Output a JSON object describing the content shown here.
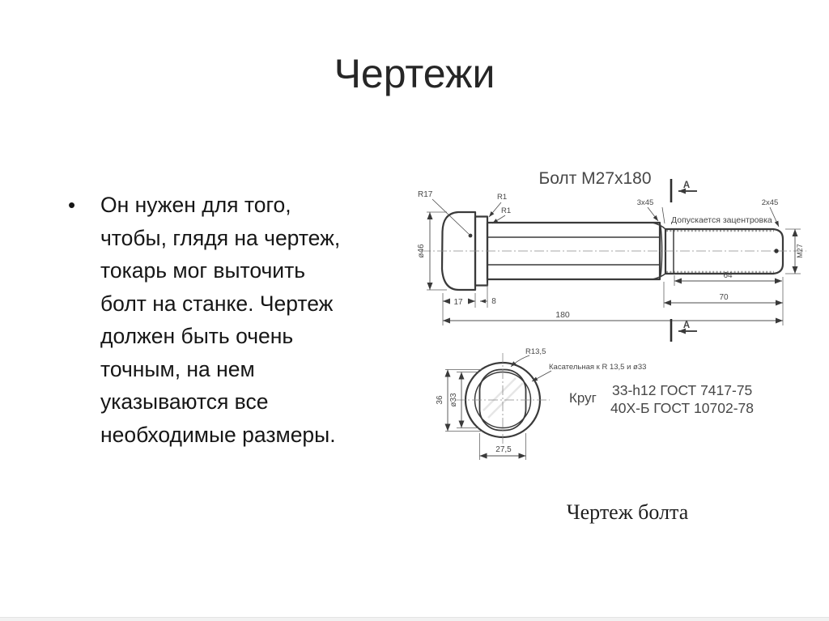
{
  "slide": {
    "title": "Чертежи",
    "bullet_char": "•",
    "bullet_text": "Он нужен для того, чтобы, глядя на чертеж, токарь мог выточить болт на станке. Чертеж должен быть очень точным, на нем указываются все необходимые размеры.",
    "figure_caption": "Чертеж болта"
  },
  "drawing": {
    "title": "Болт М27х180",
    "centering_note": "Допускается зацентровка",
    "section_marker": "А",
    "dims": {
      "head_radius": "R17",
      "fillet_top": "R1",
      "fillet_bottom": "R1",
      "head_diameter": "ø46",
      "head_length": "17",
      "collar_length": "8",
      "overall_length": "180",
      "chamfer_shank": "3х45",
      "chamfer_end": "2х45",
      "thread_length_full": "70",
      "thread_length": "64",
      "thread_designation": "М27"
    },
    "section_view": {
      "side_radius": "R13,5",
      "height": "36",
      "stock_diameter": "ø33",
      "width": "27,5",
      "tangent_note": "Касательная к R 13,5 и ø33",
      "material_kind": "Круг",
      "material_spec_top": "33-h12 ГОСТ 7417-75",
      "material_spec_bottom": "40Х-Б ГОСТ 10702-78"
    }
  },
  "colors": {
    "background": "#ffffff",
    "slide_text": "#161616",
    "drawing_line": "#3a3a3a",
    "drawing_text": "#474747"
  }
}
